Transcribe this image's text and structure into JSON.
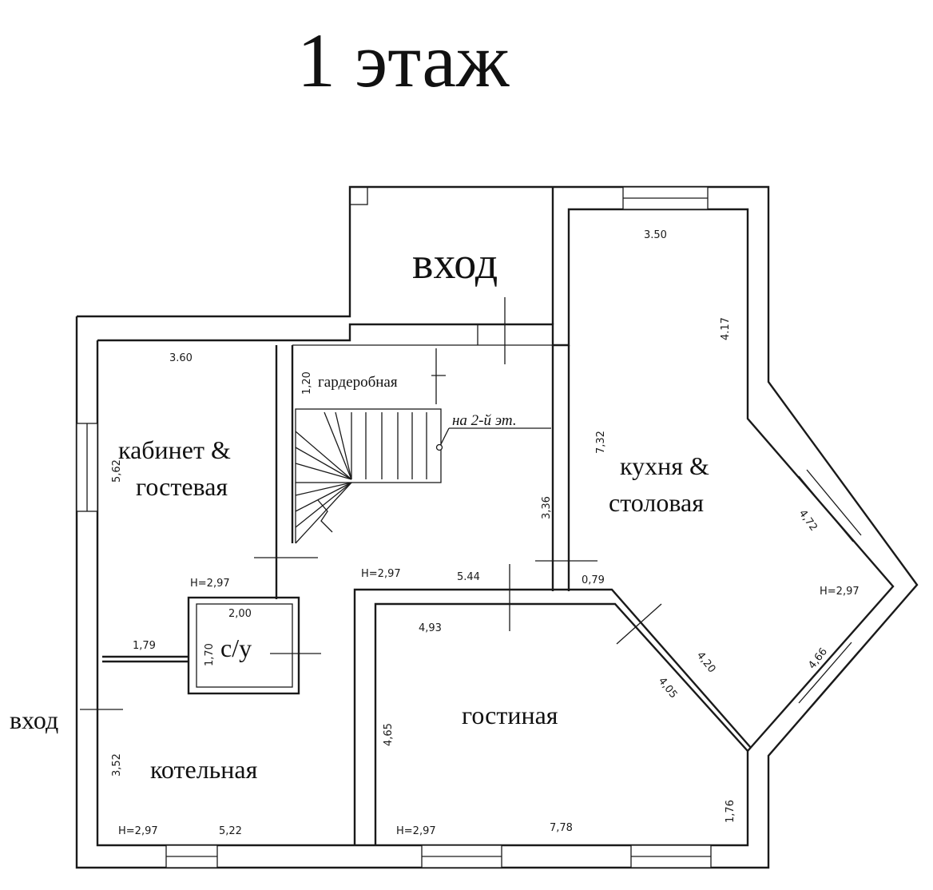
{
  "title": "1 этаж",
  "labels": {
    "entrance_top": "вход",
    "entrance_left": "вход",
    "cloakroom": "гардеробная",
    "stairs_up": "на 2-й эт.",
    "office_line1": "кабинет &",
    "office_line2": "гостевая",
    "kitchen_line1": "кухня &",
    "kitchen_line2": "столовая",
    "wc": "с/у",
    "boiler": "котельная",
    "living": "гостиная"
  },
  "dimensions": {
    "office_width": "3.60",
    "office_depth": "5,62",
    "cloak_depth": "1,20",
    "hall_height": "3,36",
    "hall_width": "5.44",
    "hall_h": "H=2,97",
    "office_h": "H=2,97",
    "kitchen_width": "3.50",
    "kitchen_side": "4.17",
    "kitchen_depth": "7,32",
    "kitchen_h": "H=2,97",
    "kitchen_bay1": "4,72",
    "kitchen_bay2": "4,66",
    "diag_wall": "4,20",
    "passage": "0,79",
    "wc_width": "2,00",
    "wc_depth": "1,70",
    "boiler_width_top": "1,79",
    "boiler_depth": "3,52",
    "boiler_width": "5,22",
    "boiler_h": "H=2,97",
    "living_width_top": "4,93",
    "living_diag": "4,05",
    "living_depth": "4,65",
    "living_width": "7,78",
    "living_side": "1,76",
    "living_h": "H=2,97"
  }
}
